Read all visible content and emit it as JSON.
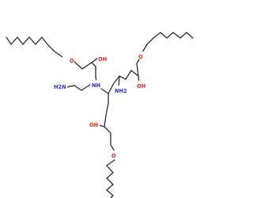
{
  "atom_colors": {
    "O": "#e2231a",
    "N": "#2b33c9",
    "bond": "#2b2b2b"
  },
  "labels": {
    "ether_o_top_left": "O",
    "oh_top_left": "OH",
    "nh_central": "NH",
    "h2n_terminal": "H2N",
    "nh2_right": "NH2",
    "oh_right": "OH",
    "ether_o_right": "O",
    "oh_bottom": "OH",
    "ether_o_bottom": "O"
  }
}
